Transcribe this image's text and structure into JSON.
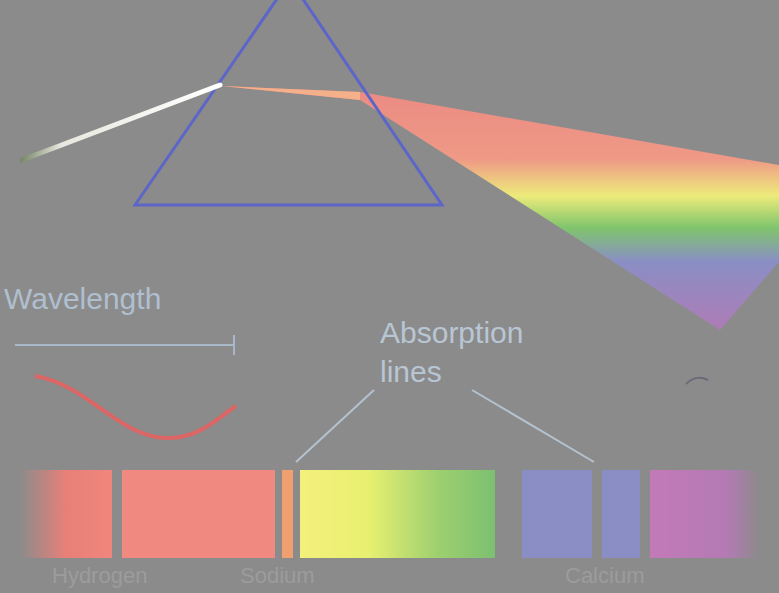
{
  "diagram": {
    "labels": [
      "Wavelength",
      "Absorption lines",
      "Hydrogen",
      "Sodium",
      "Calcium"
    ]
  }
}
